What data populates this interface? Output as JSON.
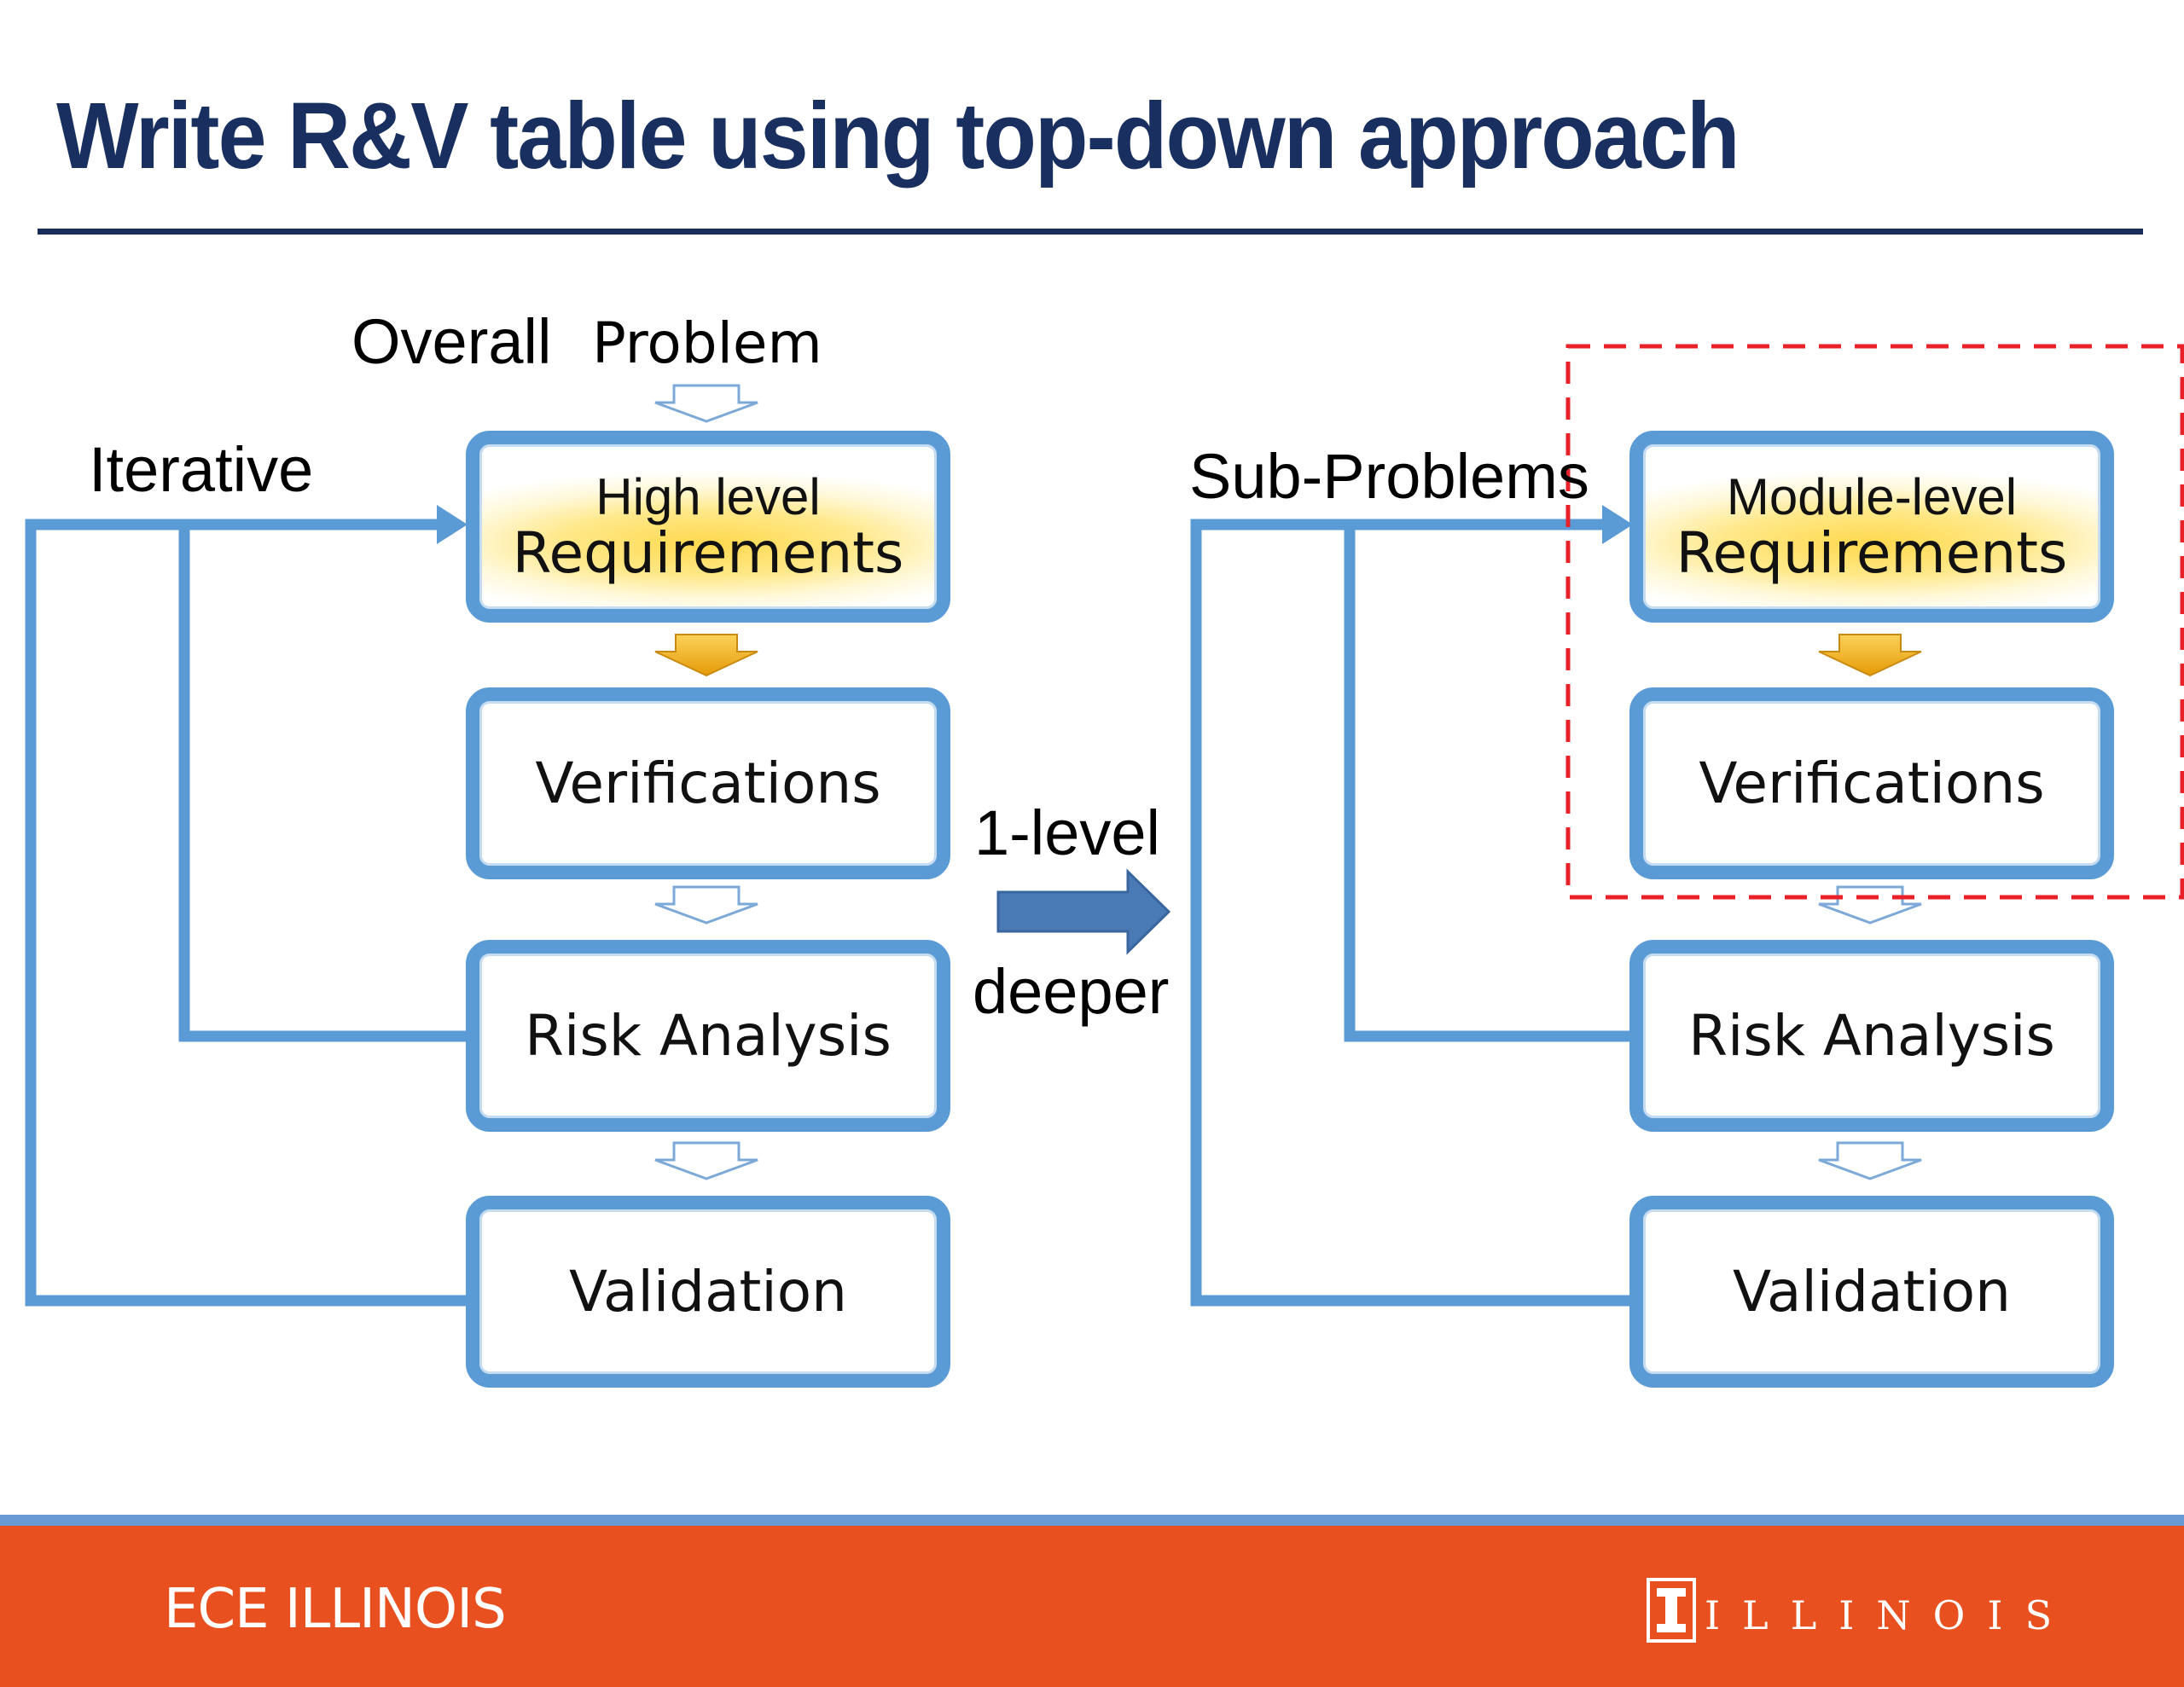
{
  "slide": {
    "title": "Write R&V table using top-down approach"
  },
  "left_flow": {
    "top_label_1": "Overall",
    "top_label_2": "Problem",
    "loop_label": "Iterative",
    "boxes": {
      "requirements_sub": "High level",
      "requirements": "Requirements",
      "verifications": "Verifications",
      "risk": "Risk Analysis",
      "validation": "Validation"
    }
  },
  "middle": {
    "line1": "1-level",
    "line2": "deeper"
  },
  "right_flow": {
    "loop_label": "Sub-Problems",
    "boxes": {
      "requirements_sub": "Module-level",
      "requirements": "Requirements",
      "verifications": "Verifications",
      "risk": "Risk Analysis",
      "validation": "Validation"
    }
  },
  "footer": {
    "left_text": "ECE ILLINOIS",
    "logo_word": "ILLINOIS"
  },
  "colors": {
    "title": "#182f5f",
    "box_border": "#5b9bd5",
    "highlight": "#ffd84d",
    "dashed_outline": "#e8212a",
    "footer_bar": "#e8511f",
    "footer_line": "#6a9ad4",
    "big_arrow": "#4a7ab6",
    "down_arrow_gold": "#f6b21a"
  }
}
